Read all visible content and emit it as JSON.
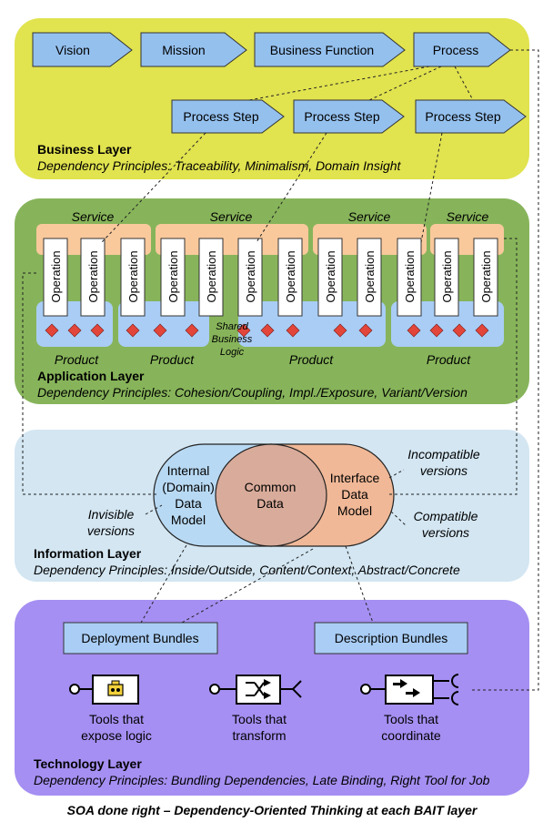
{
  "business": {
    "title": "Business Layer",
    "principles": "Dependency Principles: Traceability, Minimalism, Domain Insight",
    "chain": [
      "Vision",
      "Mission",
      "Business Function",
      "Process"
    ],
    "steps": [
      "Process Step",
      "Process Step",
      "Process Step"
    ]
  },
  "application": {
    "title": "Application Layer",
    "principles": "Dependency Principles: Cohesion/Coupling, Impl./Exposure, Variant/Version",
    "service_label": "Service",
    "operation_label": "Operation",
    "product_label": "Product",
    "shared_logic": [
      "Shared",
      "Business",
      "Logic"
    ]
  },
  "information": {
    "title": "Information Layer",
    "principles": "Dependency Principles: Inside/Outside, Content/Context, Abstract/Concrete",
    "internal": [
      "Internal",
      "(Domain)",
      "Data",
      "Model"
    ],
    "common": [
      "Common",
      "Data"
    ],
    "interface": [
      "Interface",
      "Data",
      "Model"
    ],
    "invisible": [
      "Invisible",
      "versions"
    ],
    "incompatible": [
      "Incompatible",
      "versions"
    ],
    "compatible": [
      "Compatible",
      "versions"
    ]
  },
  "technology": {
    "title": "Technology Layer",
    "principles": "Dependency Principles: Bundling Dependencies, Late Binding, Right Tool for Job",
    "deployment": "Deployment Bundles",
    "description": "Description Bundles",
    "tool1": [
      "Tools that",
      "expose logic"
    ],
    "tool2": [
      "Tools that",
      "transform"
    ],
    "tool3": [
      "Tools that",
      "coordinate"
    ]
  },
  "caption": "SOA done right – Dependency-Oriented Thinking at each BAIT layer",
  "colors": {
    "business_bg": "#e1e34f",
    "application_bg": "#87b45a",
    "information_bg": "#d3e6f2",
    "technology_bg": "#a58ff2",
    "arrow_fill": "#94c0ee",
    "service_fill": "#f9c99c",
    "product_fill": "#a9cdf5",
    "diamond": "#e2453a",
    "common_fill": "#d9ab9a",
    "interface_fill": "#f0b897",
    "internal_fill": "#b8d9f3"
  }
}
